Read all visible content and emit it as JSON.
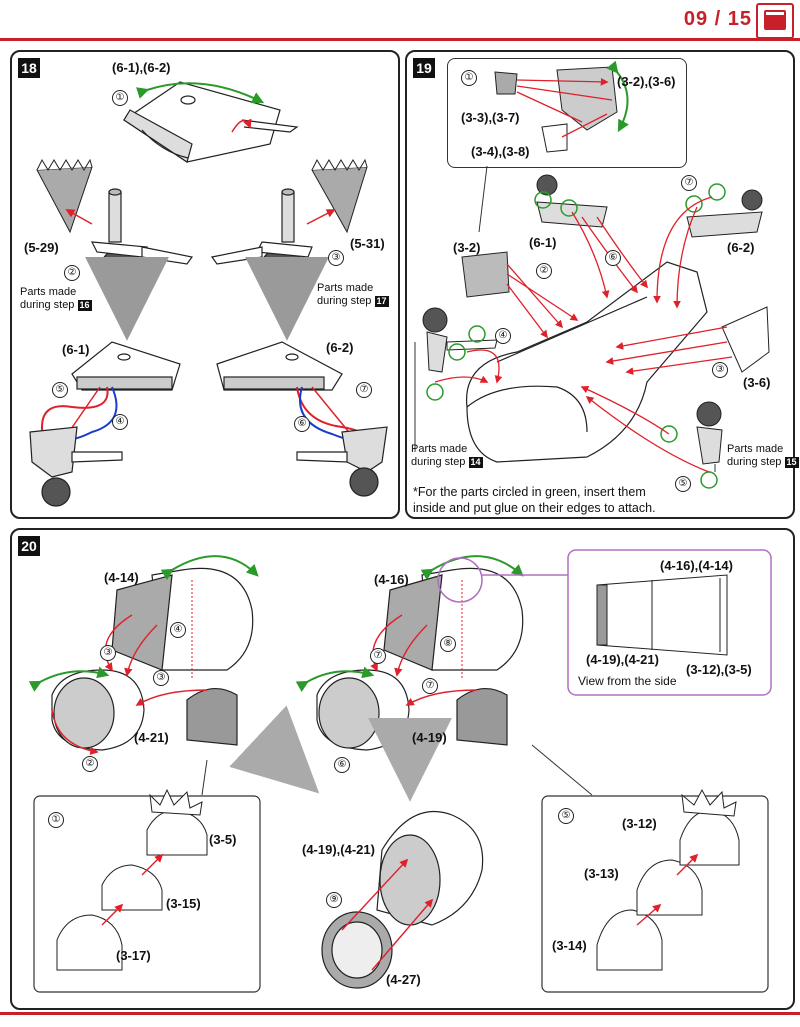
{
  "header": {
    "page": "09 / 15"
  },
  "step18": {
    "num": "18",
    "sub1": "①",
    "top_label": "(6-1),(6-2)",
    "left_label": "(5-29)",
    "right_label": "(5-31)",
    "c2": "②",
    "c3": "③",
    "made_left": "Parts made",
    "during_left": "during step",
    "badge_left": "16",
    "made_right": "Parts made",
    "during_right": "during step",
    "badge_right": "17",
    "lower_left_label": "(6-1)",
    "lower_right_label": "(6-2)",
    "c5": "⑤",
    "c4": "④",
    "c7": "⑦",
    "c6": "⑥"
  },
  "step19": {
    "num": "19",
    "sub1": "①",
    "l32_36": "(3-2),(3-6)",
    "l33_37": "(3-3),(3-7)",
    "l34_38": "(3-4),(3-8)",
    "l61": "(6-1)",
    "l62": "(6-2)",
    "l32": "(3-2)",
    "l36": "(3-6)",
    "c2": "②",
    "c3": "③",
    "c4": "④",
    "c5": "⑤",
    "c6": "⑥",
    "c7": "⑦",
    "made_left": "Parts made",
    "during_left": "during step",
    "badge_left": "14",
    "made_right": "Parts made",
    "during_right": "during step",
    "badge_right": "15",
    "note1": "*For the parts circled in green, insert them",
    "note2": "inside and put glue on their edges to attach."
  },
  "step20": {
    "num": "20",
    "l414": "(4-14)",
    "l421": "(4-21)",
    "l416": "(4-16)",
    "l419": "(4-19)",
    "c2": "②",
    "c3a": "③",
    "c3b": "③",
    "c4": "④",
    "c6": "⑥",
    "c7a": "⑦",
    "c7b": "⑦",
    "c8": "⑧",
    "side_top": "(4-16),(4-14)",
    "side_bl": "(4-19),(4-21)",
    "side_br": "(3-12),(3-5)",
    "side_caption": "View from the side",
    "box1_num": "①",
    "b1_35": "(3-5)",
    "b1_315": "(3-15)",
    "b1_317": "(3-17)",
    "center_label": "(4-19),(4-21)",
    "c9": "⑨",
    "l427": "(4-27)",
    "box5_num": "⑤",
    "b5_312": "(3-12)",
    "b5_313": "(3-13)",
    "b5_314": "(3-14)"
  },
  "colors": {
    "accent": "#c8202a",
    "arrow_red": "#e0202a",
    "arrow_green": "#2a9a2a",
    "wire_blue": "#1a3ccc",
    "purple": "#b070c0",
    "part_gray": "#9a9a9a"
  }
}
